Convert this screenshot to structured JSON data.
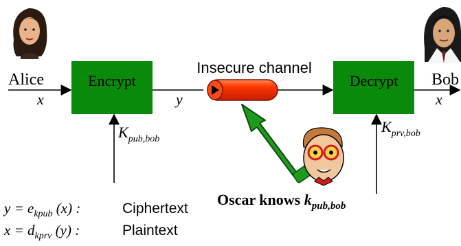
{
  "participants": {
    "alice": "Alice",
    "bob": "Bob",
    "oscar": "Oscar"
  },
  "blocks": {
    "encrypt": "Encrypt",
    "decrypt": "Decrypt"
  },
  "channel": {
    "label": "Insecure channel"
  },
  "signals": {
    "plaintext_in": "x",
    "ciphertext": "y",
    "plaintext_out": "x"
  },
  "keys": {
    "public_main": "K",
    "public_sub": "pub,bob",
    "private_main": "K",
    "private_sub": "prv,bob"
  },
  "oscar_caption": {
    "text": "Oscar knows ",
    "key_main": "k",
    "key_sub": "pub,bob"
  },
  "legend": {
    "line1_lhs": "y = e",
    "line1_sub": "kpub",
    "line1_arg": " (x) :",
    "line1_desc": "Ciphertext",
    "line2_lhs": "x = d",
    "line2_sub": "kprv",
    "line2_arg": " (y) :",
    "line2_desc": "Plaintext"
  },
  "colors": {
    "block_fill": "#0a8a0a",
    "channel_fill": "#ff3300",
    "arrow_fill": "#1e9a1e",
    "text": "#000000"
  },
  "icons": {
    "alice": "alice-portrait-icon",
    "bob": "bob-portrait-icon",
    "oscar": "oscar-face-icon"
  }
}
